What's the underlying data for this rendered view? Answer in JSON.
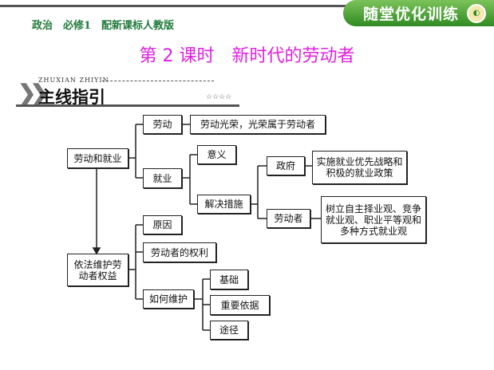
{
  "header": {
    "subject": "政治　必修1　配新课标人教版",
    "banner": "随堂优化训练",
    "badge_icon": "logo-badge"
  },
  "title": "第 2 课时　新时代的劳动者",
  "section": {
    "pinyin": "ZHUXIAN ZHIYIN",
    "label": "主线指引",
    "stars": "☆☆☆☆"
  },
  "map": {
    "labor_employment": "劳动和就业",
    "labor": "劳动",
    "labor_glory": "劳动光荣，光荣属于劳动者",
    "employment": "就业",
    "meaning": "意义",
    "solutions": "解决措施",
    "government": "政府",
    "gov_policy": "实施就业优先战略和积极的就业政策",
    "laborer": "劳动者",
    "laborer_view": "树立自主择业观、竞争就业观、职业平等观和多种方式就业观",
    "protect_rights": "依法维护劳动者权益",
    "reason": "原因",
    "rights": "劳动者的权利",
    "how_protect": "如何维护",
    "basis": "基础",
    "important_basis": "重要依据",
    "way": "途径"
  }
}
